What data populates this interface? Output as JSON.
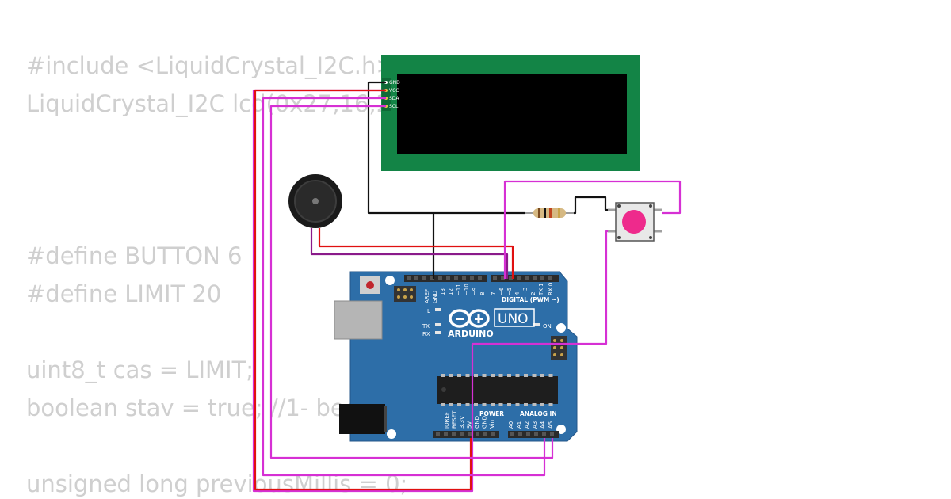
{
  "code_lines": [
    "#include <LiquidCrystal_I2C.h>",
    "LiquidCrystal_I2C lcd(0x27,16,2);",
    "",
    "",
    "",
    "#define BUTTON 6",
    "#define LIMIT 20",
    "",
    "uint8_t cas = LIMIT;",
    "boolean stav = true; //1- beep",
    "",
    "unsigned long previousMillis = 0;"
  ],
  "arduino": {
    "brand": "ARDUINO",
    "model": "UNO",
    "on_label": "ON",
    "l_label": "L",
    "tx_label": "TX",
    "rx_label": "RX",
    "digital_header": "DIGITAL (PWM ~)",
    "aref": "AREF",
    "gnd": "GND",
    "digital_pins": [
      "13",
      "12",
      "~11",
      "~10",
      "~9",
      "8",
      "7",
      "~6",
      "~5",
      "4",
      "~3",
      "2",
      "TX 1",
      "RX 0"
    ],
    "power_header": "POWER",
    "analog_header": "ANALOG IN",
    "power_pins": [
      "IOREF",
      "RESET",
      "3.3V",
      "5V",
      "GND",
      "GND",
      "Vin"
    ],
    "analog_pins": [
      "A0",
      "A1",
      "A2",
      "A3",
      "A4",
      "A5"
    ]
  },
  "lcd": {
    "pins": [
      "GND",
      "VCC",
      "SDA",
      "SCL"
    ],
    "board_color": "#138446",
    "screen_color": "#000000"
  },
  "colors": {
    "wire_magenta": "#d630d4",
    "wire_red": "#e01010",
    "wire_black": "#111111",
    "wire_purple": "#8a1a8a",
    "board_blue": "#2d6ea8",
    "button_pink": "#ee2a8c",
    "code_text": "#cfcfcf"
  }
}
